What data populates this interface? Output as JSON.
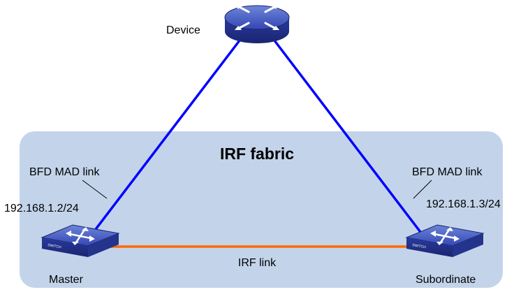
{
  "fabric": {
    "title": "IRF fabric",
    "fill": "#c3d4ea"
  },
  "device": {
    "label": "Device"
  },
  "master": {
    "label": "Master",
    "ip": "192.168.1.2/24",
    "mad_label": "BFD MAD link",
    "switch_text": "SWITCH"
  },
  "subordinate": {
    "label": "Subordinate",
    "ip": "192.168.1.3/24",
    "mad_label": "BFD MAD link",
    "switch_text": "SWITCH"
  },
  "irf_link": {
    "label": "IRF link",
    "color": "#ff6a00"
  },
  "bfd_link_color": "#0000ff",
  "icon_color": "#2e3fa8"
}
